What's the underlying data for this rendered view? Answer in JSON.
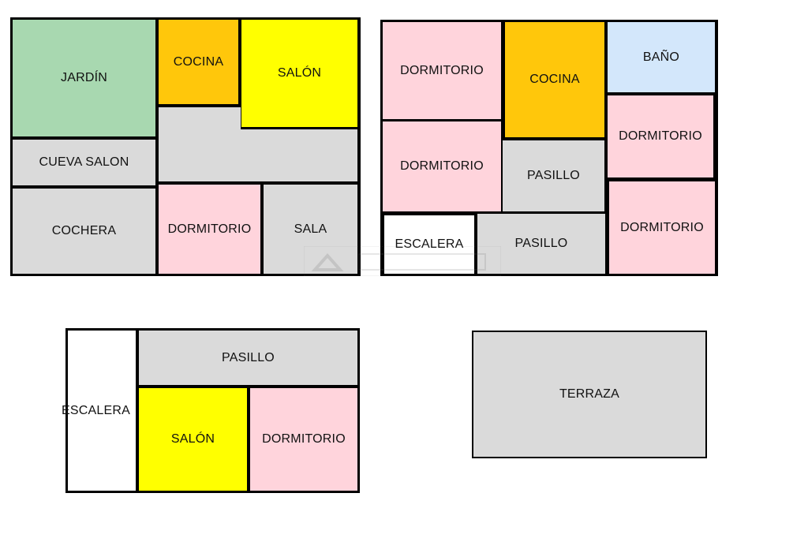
{
  "colors": {
    "garden": "#a8d8b0",
    "kitchen": "#ffc70b",
    "living": "#ffff00",
    "service": "#dadada",
    "bedroom": "#ffd4dc",
    "bathroom": "#d3e7fb",
    "stairs": "#ffffff",
    "wall": "#000000"
  },
  "plan_1": {
    "jardin": "JARDÍN",
    "cocina": "COCINA",
    "salon": "SALÓN",
    "cueva_salon": "CUEVA SALON",
    "cochera": "COCHERA",
    "dormitorio": "DORMITORIO",
    "sala": "SALA"
  },
  "plan_2": {
    "dormitorio_1": "DORMITORIO",
    "cocina": "COCINA",
    "bano": "BAÑO",
    "dormitorio_2": "DORMITORIO",
    "dormitorio_3": "DORMITORIO",
    "pasillo_1": "PASILLO",
    "escalera": "ESCALERA",
    "pasillo_2": "PASILLO",
    "dormitorio_4": "DORMITORIO"
  },
  "plan_3": {
    "escalera": "ESCALERA",
    "pasillo": "PASILLO",
    "salon": "SALÓN",
    "dormitorio": "DORMITORIO"
  },
  "plan_4": {
    "terraza": "TERRAZA"
  }
}
